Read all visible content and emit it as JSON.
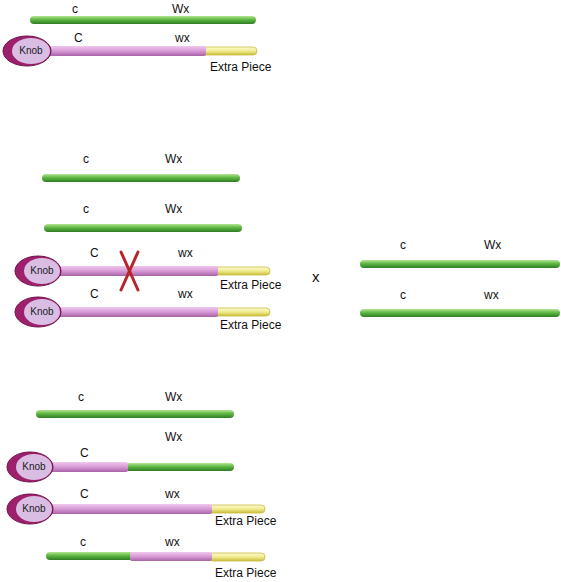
{
  "diagram": {
    "nodes": [
      {
        "text": [
          "Knob"
        ]
      },
      {
        "text": [
          "Knob"
        ]
      },
      {
        "text": [
          "Knob"
        ]
      },
      {
        "text": [
          "Knob"
        ]
      },
      {
        "text": [
          "Knob"
        ]
      }
    ],
    "labels": [
      "c",
      "Wx",
      "C",
      "wx",
      "Extra Piece",
      "c",
      "Wx",
      "c",
      "Wx",
      "C",
      "wx",
      "Extra Piece",
      "C",
      "wx",
      "Extra Piece",
      "x",
      "c",
      "Wx",
      "c",
      "wx",
      "c",
      "Wx",
      "C",
      "Wx",
      "C",
      "wx",
      "Extra Piece",
      "c",
      "wx",
      "Extra Piece"
    ]
  }
}
